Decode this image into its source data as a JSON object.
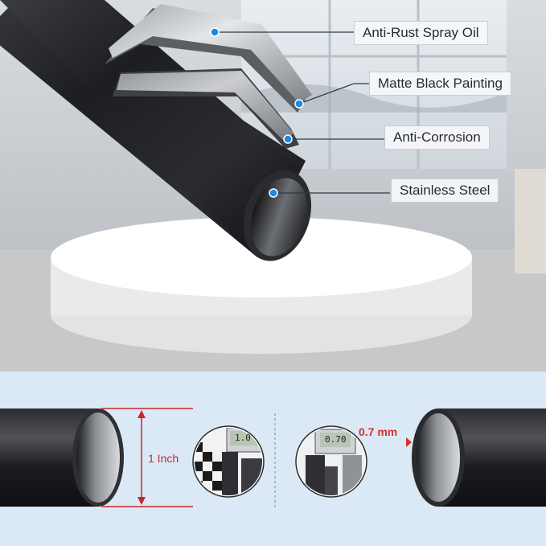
{
  "labels": {
    "spray_oil": "Anti-Rust Spray Oil",
    "matte": "Matte Black Painting",
    "corrosion": "Anti-Corrosion",
    "steel": "Stainless Steel"
  },
  "measurements": {
    "diameter": "1 Inch",
    "thickness": "0.7 mm",
    "caliper_left_reading": "1.0",
    "caliper_right_reading": "0.70"
  },
  "colors": {
    "accent_red": "#d32f2f",
    "callout_blue": "#1e88e5",
    "bottom_bg": "#dbe9f6"
  }
}
